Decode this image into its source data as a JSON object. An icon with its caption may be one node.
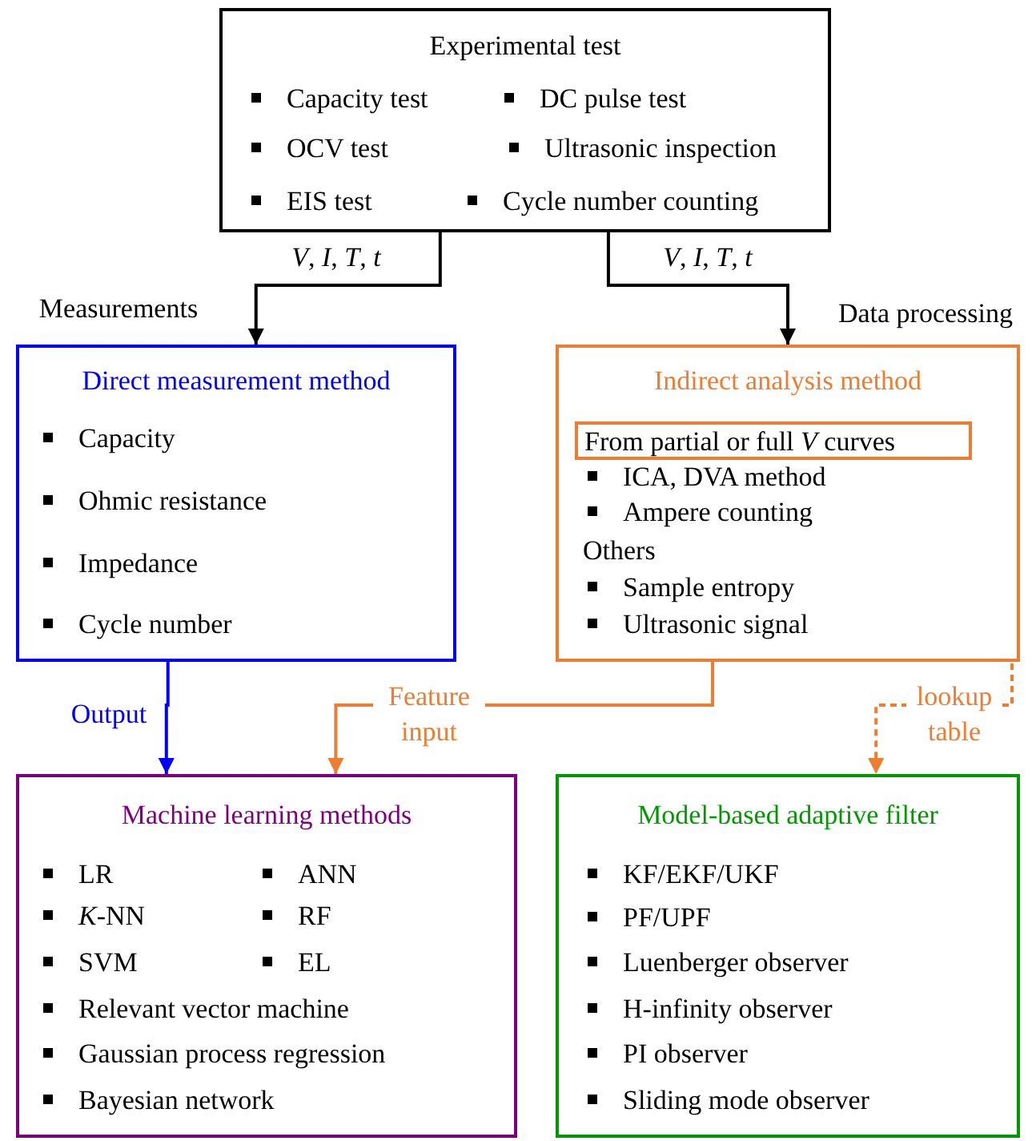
{
  "diagram": {
    "nodes": [
      {
        "text": [
          "Experimental test",
          "Capacity test",
          "DC pulse test",
          "OCV test",
          "Ultrasonic inspection",
          "EIS test",
          "Cycle number counting"
        ]
      },
      {
        "text": [
          "Direct measurement method",
          "Capacity",
          "Ohmic resistance",
          "Impedance",
          "Cycle number"
        ]
      },
      {
        "text": [
          "Indirect analysis method",
          "ICA, DVA method",
          "Ampere counting",
          "Others",
          "Sample entropy",
          "Ultrasonic signal"
        ]
      },
      {
        "text": [
          "From partial or full *V* curves"
        ],
        "in": 2
      },
      {
        "text": [
          "Machine learning methods",
          "LR",
          "ANN",
          "*K*-NN",
          "RF",
          "SVM",
          "EL",
          "Relevant vector machine",
          "Gaussian process regression",
          "Bayesian network"
        ]
      },
      {
        "text": [
          "Model-based adaptive filter",
          "KF/EKF/UKF",
          "PF/UPF",
          "Luenberger observer",
          "H-infinity observer",
          "PI observer",
          "Sliding mode observer"
        ]
      }
    ],
    "edges": [
      {
        "from": 0,
        "to": 1,
        "arrow": "to",
        "label": "*V*, *I*, *T*, *t*"
      },
      {
        "from": 0,
        "to": 2,
        "arrow": "to",
        "label": "*V*, *I*, *T*, *t*"
      },
      {
        "from": 1,
        "to": 4,
        "arrow": "to",
        "label": "Output",
        "color": "#0000ff"
      },
      {
        "from": 2,
        "to": 4,
        "arrow": "to",
        "label": "Feature input",
        "color": "#ed7d31"
      },
      {
        "from": 3,
        "to": 5,
        "arrow": "to",
        "label": "lookup table",
        "style": "dashed",
        "color": "#ed7d31"
      }
    ],
    "labels": [
      "Measurements",
      "Data processing"
    ]
  }
}
